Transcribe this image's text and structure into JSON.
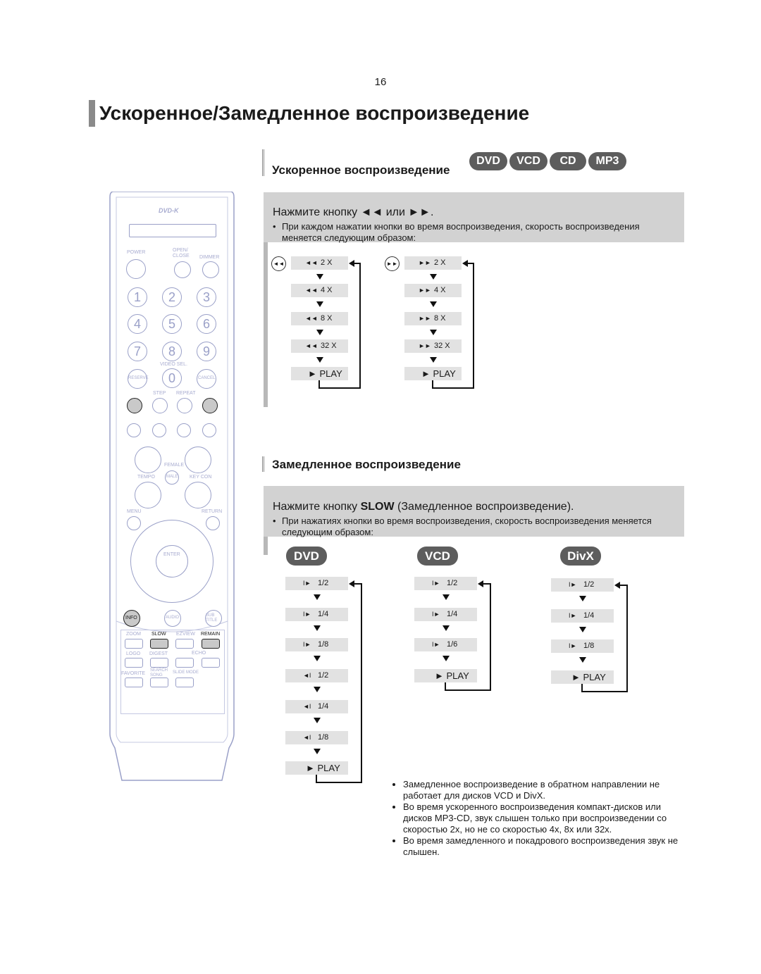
{
  "page_number": "16",
  "title": "Ускоренное/Замедленное воспроизведение",
  "fast": {
    "heading": "Ускоренное воспроизведение",
    "badges": [
      "DVD",
      "VCD",
      "CD",
      "MP3"
    ],
    "instruction": "Нажмите кнопку ◄◄ или ►►.",
    "bullet": "При каждом нажатии кнопки во время воспроизведения, скорость воспроизведения меняется следующим образом:",
    "rewind_symbol": "◄◄",
    "forward_symbol": "►►",
    "rewind_steps": [
      "2 X",
      "4 X",
      "8 X",
      "32 X"
    ],
    "forward_steps": [
      "2 X",
      "4 X",
      "8 X",
      "32 X"
    ],
    "play_label": "► PLAY"
  },
  "slow": {
    "heading": "Замедленное воспроизведение",
    "instruction_pre": "Нажмите кнопку ",
    "instruction_key": "SLOW",
    "instruction_post": " (Замедленное воспроизведение).",
    "bullet": "При нажатиях кнопки во время воспроизведения, скорость воспроизведения меняется следующим образом:",
    "columns": [
      {
        "badge": "DVD",
        "steps": [
          {
            "sym": "I►",
            "val": "1/2"
          },
          {
            "sym": "I►",
            "val": "1/4"
          },
          {
            "sym": "I►",
            "val": "1/8"
          },
          {
            "sym": "◄I",
            "val": "1/2"
          },
          {
            "sym": "◄I",
            "val": "1/4"
          },
          {
            "sym": "◄I",
            "val": "1/8"
          }
        ]
      },
      {
        "badge": "VCD",
        "steps": [
          {
            "sym": "I►",
            "val": "1/2"
          },
          {
            "sym": "I►",
            "val": "1/4"
          },
          {
            "sym": "I►",
            "val": "1/6"
          }
        ]
      },
      {
        "badge": "DivX",
        "steps": [
          {
            "sym": "I►",
            "val": "1/2"
          },
          {
            "sym": "I►",
            "val": "1/4"
          },
          {
            "sym": "I►",
            "val": "1/8"
          }
        ]
      }
    ],
    "play_label": "► PLAY"
  },
  "notes": [
    "Замедленное воспроизведение в обратном направлении не работает для дисков VCD и DivX.",
    "Во время ускоренного воспроизведения компакт-дисков или дисков MP3-CD, звук слышен только при воспроизведении со скоростью 2x, но не со скоростью 4x, 8x или 32x.",
    "Во время замедленного и покадрового воспроизведения звук не слышен."
  ],
  "remote": {
    "logo": "DVD-K",
    "keys": {
      "power": "POWER",
      "open_close": "OPEN/ CLOSE",
      "dimmer": "DIMMER",
      "video_sel": "VIDEO SEL.",
      "reserve": "RESERVE",
      "cancel": "CANCEL",
      "step": "STEP",
      "repeat": "REPEAT",
      "female": "FEMALE",
      "tempo": "TEMPO",
      "male": "MALE",
      "key_con": "KEY CON",
      "menu": "MENU",
      "return": "RETURN",
      "enter": "ENTER",
      "info": "INFO",
      "audio": "AUDIO",
      "sub_title": "SUB TITLE",
      "zoom": "ZOOM",
      "slow": "SLOW",
      "ezview": "EZVIEW",
      "remain": "REMAIN",
      "logo_key": "LOGO",
      "digest": "DIGEST",
      "echo": "ECHO",
      "favorite": "FAVORITE",
      "search_song": "SEARCH SONG",
      "slide_mode": "SLIDE MODE"
    },
    "digits": [
      "1",
      "2",
      "3",
      "4",
      "5",
      "6",
      "7",
      "8",
      "9",
      "0"
    ]
  }
}
